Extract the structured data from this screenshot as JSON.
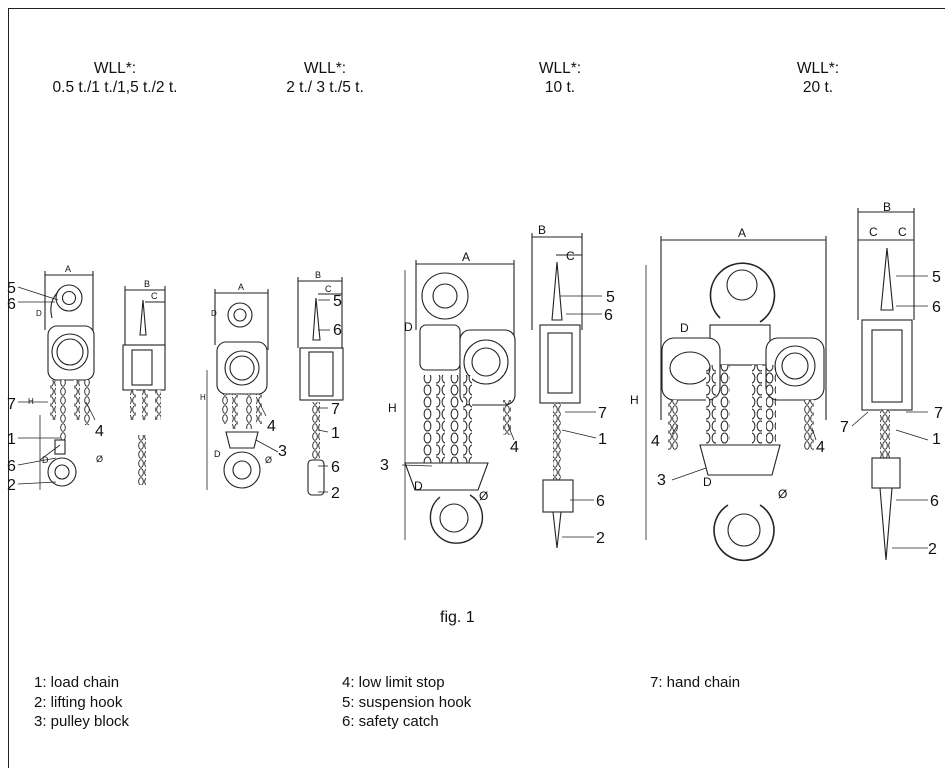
{
  "wll_headers": [
    {
      "label": "WLL*:",
      "value": "0.5 t./1 t./1,5 t./2 t."
    },
    {
      "label": "WLL*:",
      "value": "2 t./ 3 t./5 t."
    },
    {
      "label": "WLL*:",
      "value": "10 t."
    },
    {
      "label": "WLL*:",
      "value": "20 t."
    }
  ],
  "dims": {
    "a": "A",
    "b": "B",
    "c": "C",
    "d": "D",
    "h": "H",
    "dia": "Ø"
  },
  "callouts": {
    "n1": "1",
    "n2": "2",
    "n3": "3",
    "n4": "4",
    "n5": "5",
    "n6": "6",
    "n7": "7"
  },
  "figure_caption": "fig. 1",
  "legend": {
    "col1": [
      "1: load chain",
      "2: lifting hook",
      "3: pulley block"
    ],
    "col2": [
      "4: low limit stop",
      "5: suspension hook",
      "6: safety catch"
    ],
    "col3": [
      "7: hand chain"
    ]
  }
}
